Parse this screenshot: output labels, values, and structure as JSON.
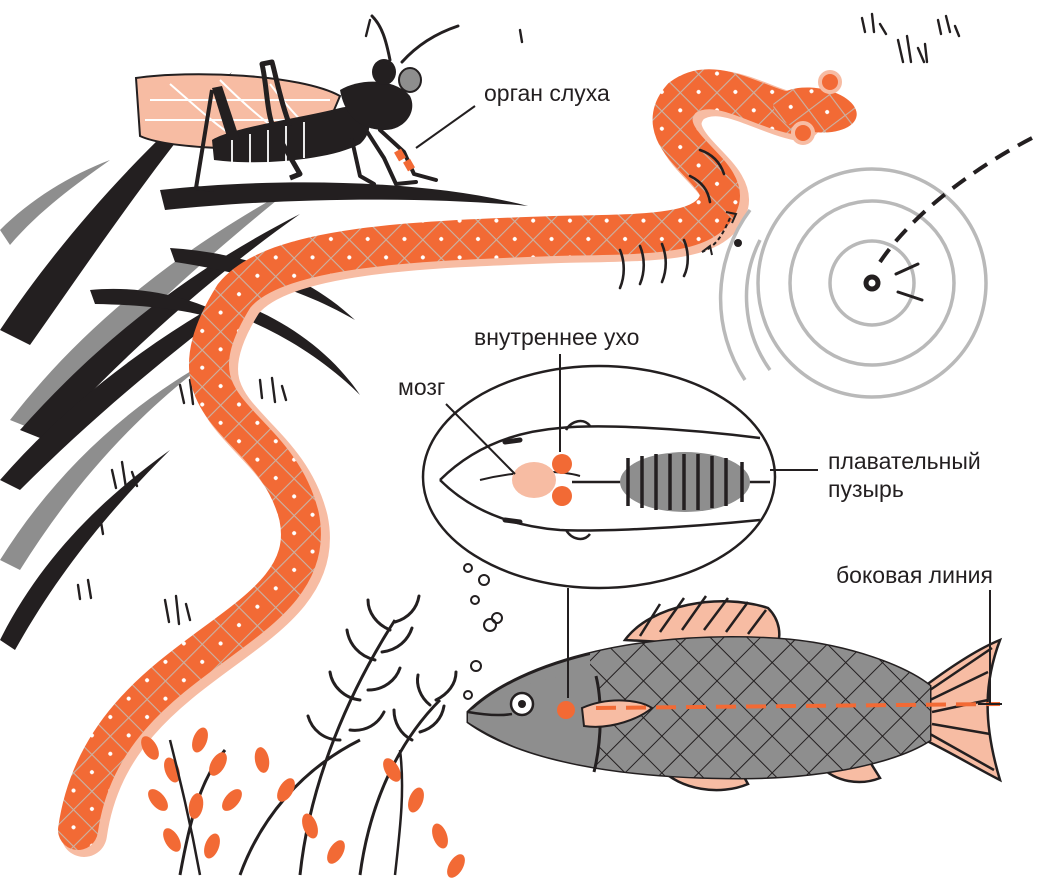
{
  "labels": {
    "hearing_organ": "орган слуха",
    "inner_ear": "внутреннее ухо",
    "brain": "мозг",
    "swim_bladder_line1": "плавательный",
    "swim_bladder_line2": "пузырь",
    "lateral_line": "боковая линия"
  },
  "colors": {
    "accent": "#f26a35",
    "peach": "#f7bca3",
    "ink": "#231f20",
    "gray": "#8e8e8e",
    "ring": "#b9b9b9"
  }
}
